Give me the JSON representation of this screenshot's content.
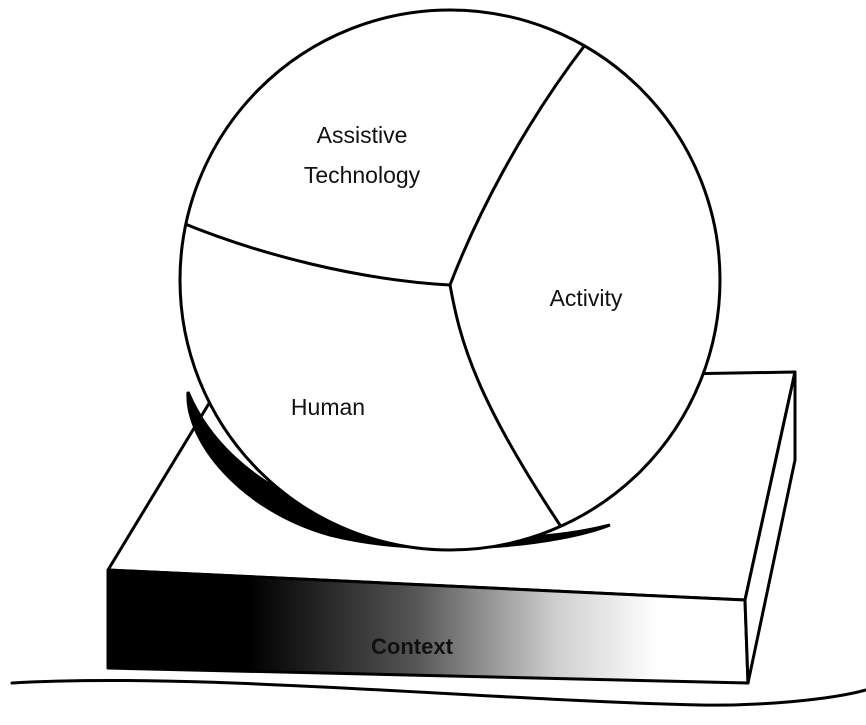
{
  "diagram": {
    "segments": {
      "assistive_technology": [
        "Assistive",
        "Technology"
      ],
      "activity": "Activity",
      "human": "Human"
    },
    "base_label": "Context",
    "colors": {
      "line": "#000000",
      "fill": "#ffffff",
      "shadow": "#000000"
    }
  }
}
